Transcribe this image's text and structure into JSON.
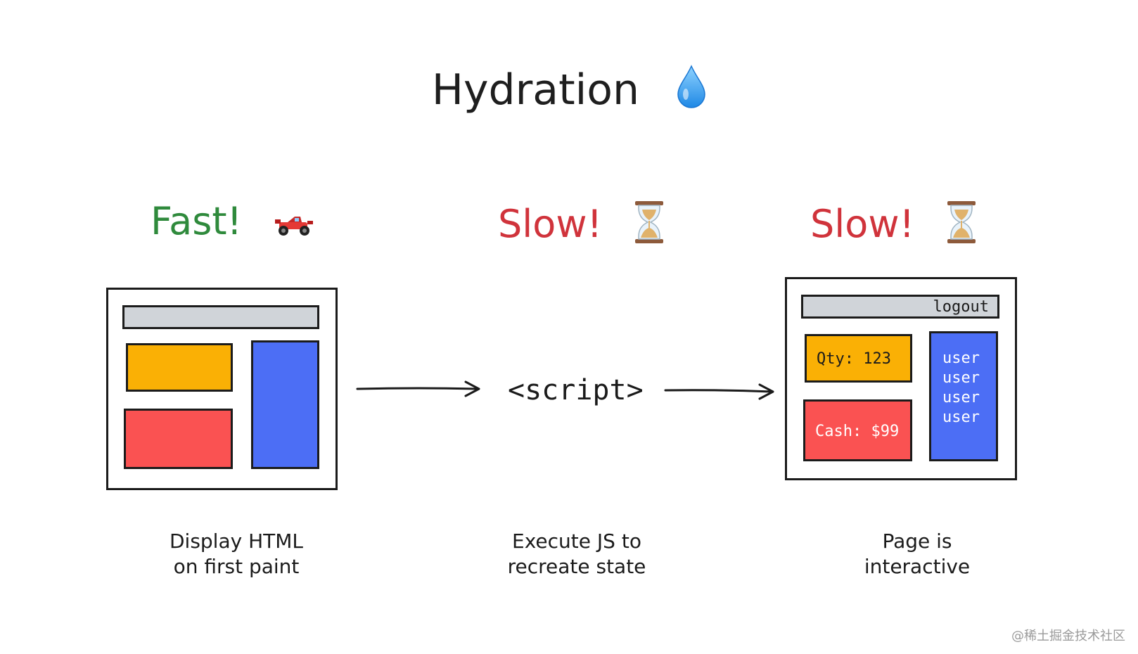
{
  "title": "Hydration",
  "title_icon": "water-drop-icon",
  "stages": [
    {
      "heading": "Fast!",
      "heading_color": "#2f8a3c",
      "icon": "race-car-icon",
      "caption": [
        "Display HTML",
        "on first paint"
      ]
    },
    {
      "heading": "Slow!",
      "heading_color": "#d0333b",
      "icon": "hourglass-icon",
      "caption": [
        "Execute JS to",
        "recreate state"
      ]
    },
    {
      "heading": "Slow!",
      "heading_color": "#d0333b",
      "icon": "hourglass-icon",
      "caption": [
        "Page is",
        "interactive"
      ]
    }
  ],
  "middle_label": "<script>",
  "interactive_page": {
    "header_text": "logout",
    "qty_text": "Qty: 123",
    "cash_text": "Cash: $99",
    "user_list": [
      "user",
      "user",
      "user",
      "user"
    ]
  },
  "colors": {
    "gray": "#d0d4d9",
    "yellow": "#fab005",
    "red": "#fa5252",
    "blue": "#4c6ef5",
    "stroke": "#1b1b1b"
  },
  "watermark": "@稀土掘金技术社区"
}
